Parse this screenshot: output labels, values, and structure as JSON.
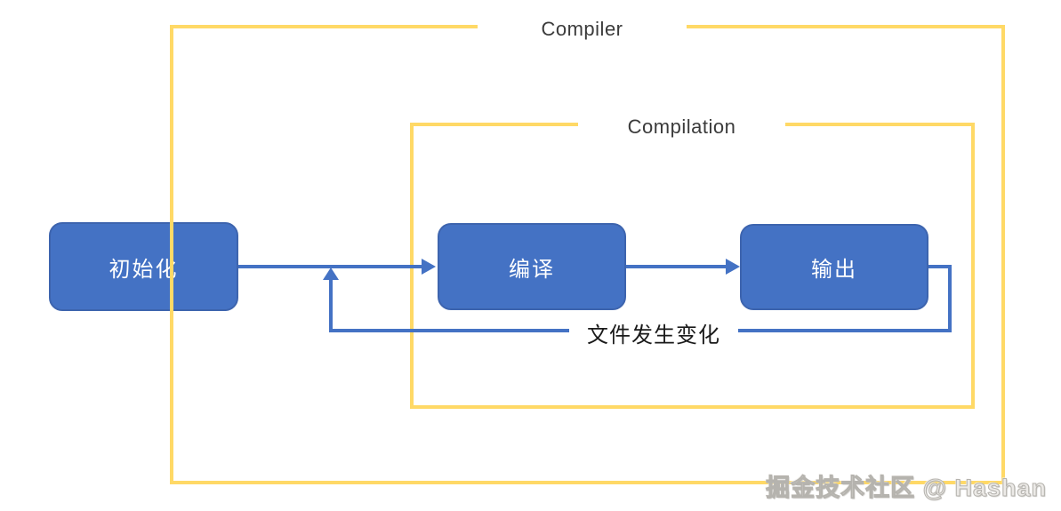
{
  "diagram": {
    "frames": {
      "outer": {
        "label": "Compiler"
      },
      "inner": {
        "label": "Compilation"
      }
    },
    "nodes": [
      {
        "id": "init",
        "label": "初始化"
      },
      {
        "id": "compile",
        "label": "编译"
      },
      {
        "id": "output",
        "label": "输出"
      }
    ],
    "edges": {
      "init_to_compile": "初始化 → 编译",
      "compile_to_output": "编译 → 输出",
      "feedback_label": "文件发生变化"
    },
    "watermark": {
      "text": "掘金技术社区 @ Hashan"
    },
    "colors": {
      "frame": "#FFD966",
      "node_fill": "#4472C4",
      "node_border": "#3D64AE",
      "arrow": "#4472C4",
      "label_text": "#3B3B3B",
      "node_text": "#FFFFFF",
      "feedback_text": "#1A1A1A",
      "watermark_fill": "#ECEAE7",
      "watermark_edge": "#B5B3AE"
    }
  }
}
